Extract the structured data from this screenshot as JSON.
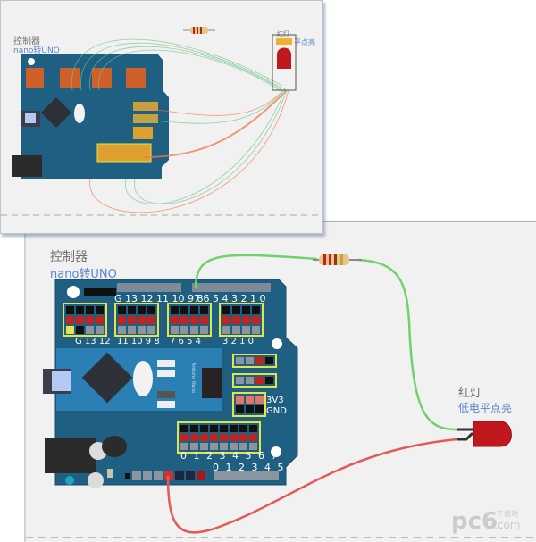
{
  "controller": {
    "title": "控制器",
    "subtitle": "nano转UNO",
    "header_pins_top_left": "G 13 12 11 10 9 8",
    "header_pins_top_right": "7 6 5 4 3 2 1 0",
    "block_labels": [
      "G 13 12",
      "11 10 9 8",
      "7 6 5 4",
      "3 2 1 0"
    ],
    "power_labels": [
      "3V3",
      "GND"
    ],
    "analog_top_label": "0 1 2 3 4 5 6 7",
    "analog_bottom_label": "0 1 2 3 4 5",
    "nano_chip_text": "Arduino Nano"
  },
  "led": {
    "title": "红灯",
    "subtitle": "低电平点亮"
  },
  "inset": {
    "controller_title": "控制器",
    "controller_subtitle": "nano转UNO",
    "led_title": "红灯",
    "led_subtitle": "平点亮"
  },
  "watermark": {
    "brand": "pc6",
    "suffix": ".com",
    "tag": "下载站"
  },
  "colors": {
    "board": "#1f5f82",
    "wire_green": "#6fd26a",
    "wire_red": "#e25a55",
    "led": "#c0181c",
    "label_blue": "#5a86c8"
  }
}
